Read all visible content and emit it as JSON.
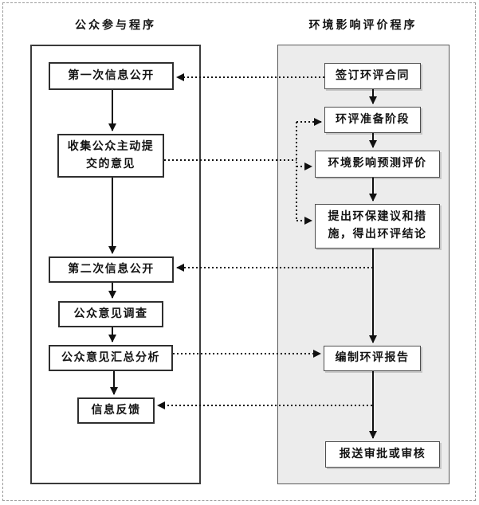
{
  "colors": {
    "panel_bg": "#ececec",
    "line": "#111111",
    "box_border": "#2f2f2f"
  },
  "left_column": {
    "title": "公众参与程序",
    "nodes": {
      "first_disclosure": "第一次信息公开",
      "collect_opinions": "收集公众主动提\n交的意见",
      "second_disclosure": "第二次信息公开",
      "opinion_survey": "公众意见调查",
      "opinion_analysis": "公众意见汇总分析",
      "feedback": "信息反馈"
    }
  },
  "right_column": {
    "title": "环境影响评价程序",
    "nodes": {
      "sign_contract": "签订环评合同",
      "preparation": "环评准备阶段",
      "impact_prediction": "环境影响预测评价",
      "propose_measures": "提出环保建议和措\n施，得出环评结论",
      "compile_report": "编制环评报告",
      "submit_approval": "报送审批或审核"
    }
  }
}
